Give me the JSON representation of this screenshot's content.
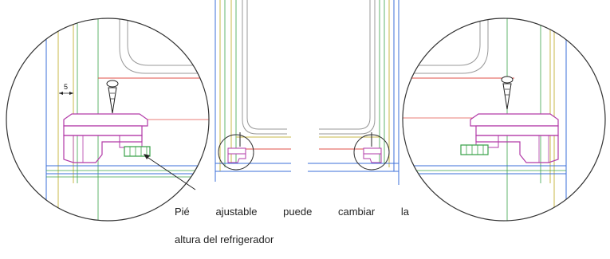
{
  "caption": {
    "line1": "Pié ajustable puede cambiar la",
    "line2": "altura del refrigerador"
  },
  "dimension_label": "5",
  "colors": {
    "outline": "#333333",
    "cabinet_blue": "#3b6fd8",
    "cabinet_yellow": "#c9b94a",
    "cabinet_green": "#3aa24a",
    "cabinet_red": "#e0514a",
    "foot_magenta": "#b23aa8",
    "foot_green": "#3aa24a",
    "gray_frame": "#999999"
  }
}
